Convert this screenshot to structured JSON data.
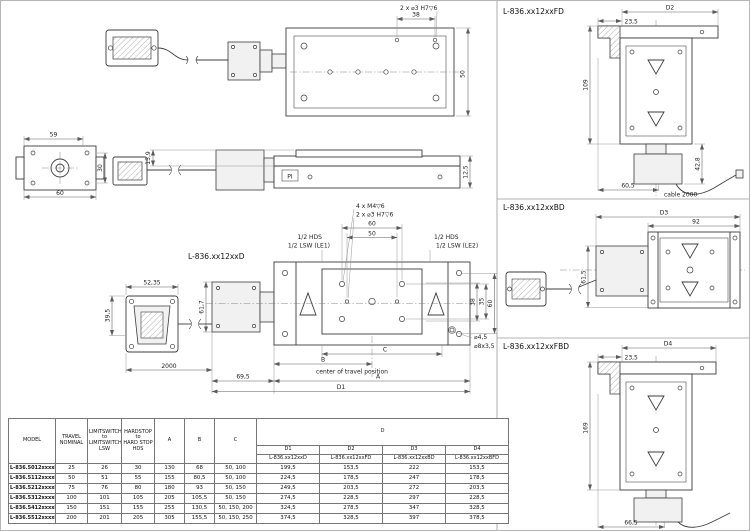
{
  "drawing": {
    "brand_logo": "PI",
    "top_view": {
      "dim_38": "38",
      "note_dowel": "2 x ⌀3 H7▽6",
      "dim_50": "50"
    },
    "end_view": {
      "dim_59": "59",
      "dim_30": "30",
      "dim_60": "60"
    },
    "side_view": {
      "dim_15_9": "15,9",
      "dim_12_5": "12,5"
    },
    "main_view": {
      "title": "L-836.xx12xxD",
      "note_m4": "4 x M4▽6",
      "note_dowel": "2 x ⌀3 H7▽6",
      "dim_60_top": "60",
      "dim_50_top": "50",
      "label_hds_left": "1/2 HDS",
      "label_lsw_left": "1/2 LSW (LE1)",
      "label_hds_right": "1/2 HDS",
      "label_lsw_right": "1/2 LSW (LE2)",
      "dim_38": "38",
      "dim_35": "35",
      "dim_60_side": "60",
      "note_hole_45": "⌀4,5",
      "note_hole_8": "⌀8x3,5",
      "dim_c": "C",
      "dim_b": "B",
      "note_center": "center of travel position",
      "dim_69_5": "69,5",
      "dim_a": "A",
      "dim_d1": "D1",
      "dim_61_7": "61,7"
    },
    "connector_view": {
      "dim_52_35": "52,35",
      "dim_39_5": "39,5",
      "dim_2000": "2000"
    },
    "fd_view": {
      "title": "L-836.xx12xxFD",
      "dim_d2": "D2",
      "dim_23_5": "23,5",
      "dim_109": "109",
      "dim_42_8": "42,8",
      "dim_60_5": "60,5",
      "note_cable": "cable 2000"
    },
    "bd_view": {
      "title": "L-836.xx12xxBD",
      "dim_d3": "D3",
      "dim_92": "92",
      "dim_61_5": "61,5"
    },
    "fbd_view": {
      "title": "L-836.xx12xxFBD",
      "dim_d4": "D4",
      "dim_23_5": "23,5",
      "dim_169": "169",
      "dim_66_5": "66,5"
    }
  },
  "table": {
    "headers": {
      "model": "MODEL",
      "travel": "TRAVEL\nNOMINAL",
      "lsw": "LIMITSWITCH\nto\nLIMITSWITCH\nLSW",
      "hds": "HARDSTOP\nto\nHARD STOP\nHDS",
      "a": "A",
      "b": "B",
      "c": "C",
      "d": "D",
      "d_subcols": [
        "D1",
        "D2",
        "D3",
        "D4"
      ],
      "d_models": [
        "L-836.xx12xxD",
        "L-836.xx12xxFD",
        "L-836.xx12xxBD",
        "L-836.xx12xxBFD"
      ]
    },
    "rows": [
      {
        "model": "L-836.5012xxxxD",
        "values": [
          "25",
          "26",
          "30",
          "130",
          "68",
          "50, 100",
          "199,5",
          "153,5",
          "222",
          "153,5"
        ]
      },
      {
        "model": "L-836.5112xxxxD",
        "values": [
          "50",
          "51",
          "55",
          "155",
          "80,5",
          "50, 100",
          "224,5",
          "178,5",
          "247",
          "178,5"
        ]
      },
      {
        "model": "L-836.5212xxxxD",
        "values": [
          "75",
          "76",
          "80",
          "180",
          "93",
          "50, 150",
          "249,5",
          "203,5",
          "272",
          "203,5"
        ]
      },
      {
        "model": "L-836.5312xxxxD",
        "values": [
          "100",
          "101",
          "105",
          "205",
          "105,5",
          "50, 150",
          "274,5",
          "228,5",
          "297",
          "228,5"
        ]
      },
      {
        "model": "L-836.5412xxxxD",
        "values": [
          "150",
          "151",
          "155",
          "255",
          "130,5",
          "50, 150, 200",
          "324,5",
          "278,5",
          "347",
          "328,5"
        ]
      },
      {
        "model": "L-836.5512xxxxD",
        "values": [
          "200",
          "201",
          "205",
          "305",
          "155,5",
          "50, 150, 250",
          "374,5",
          "328,5",
          "397",
          "378,5"
        ]
      }
    ]
  },
  "colors": {
    "line": "#3c3c3c",
    "dim": "#5a5a5a",
    "background": "#ffffff"
  }
}
